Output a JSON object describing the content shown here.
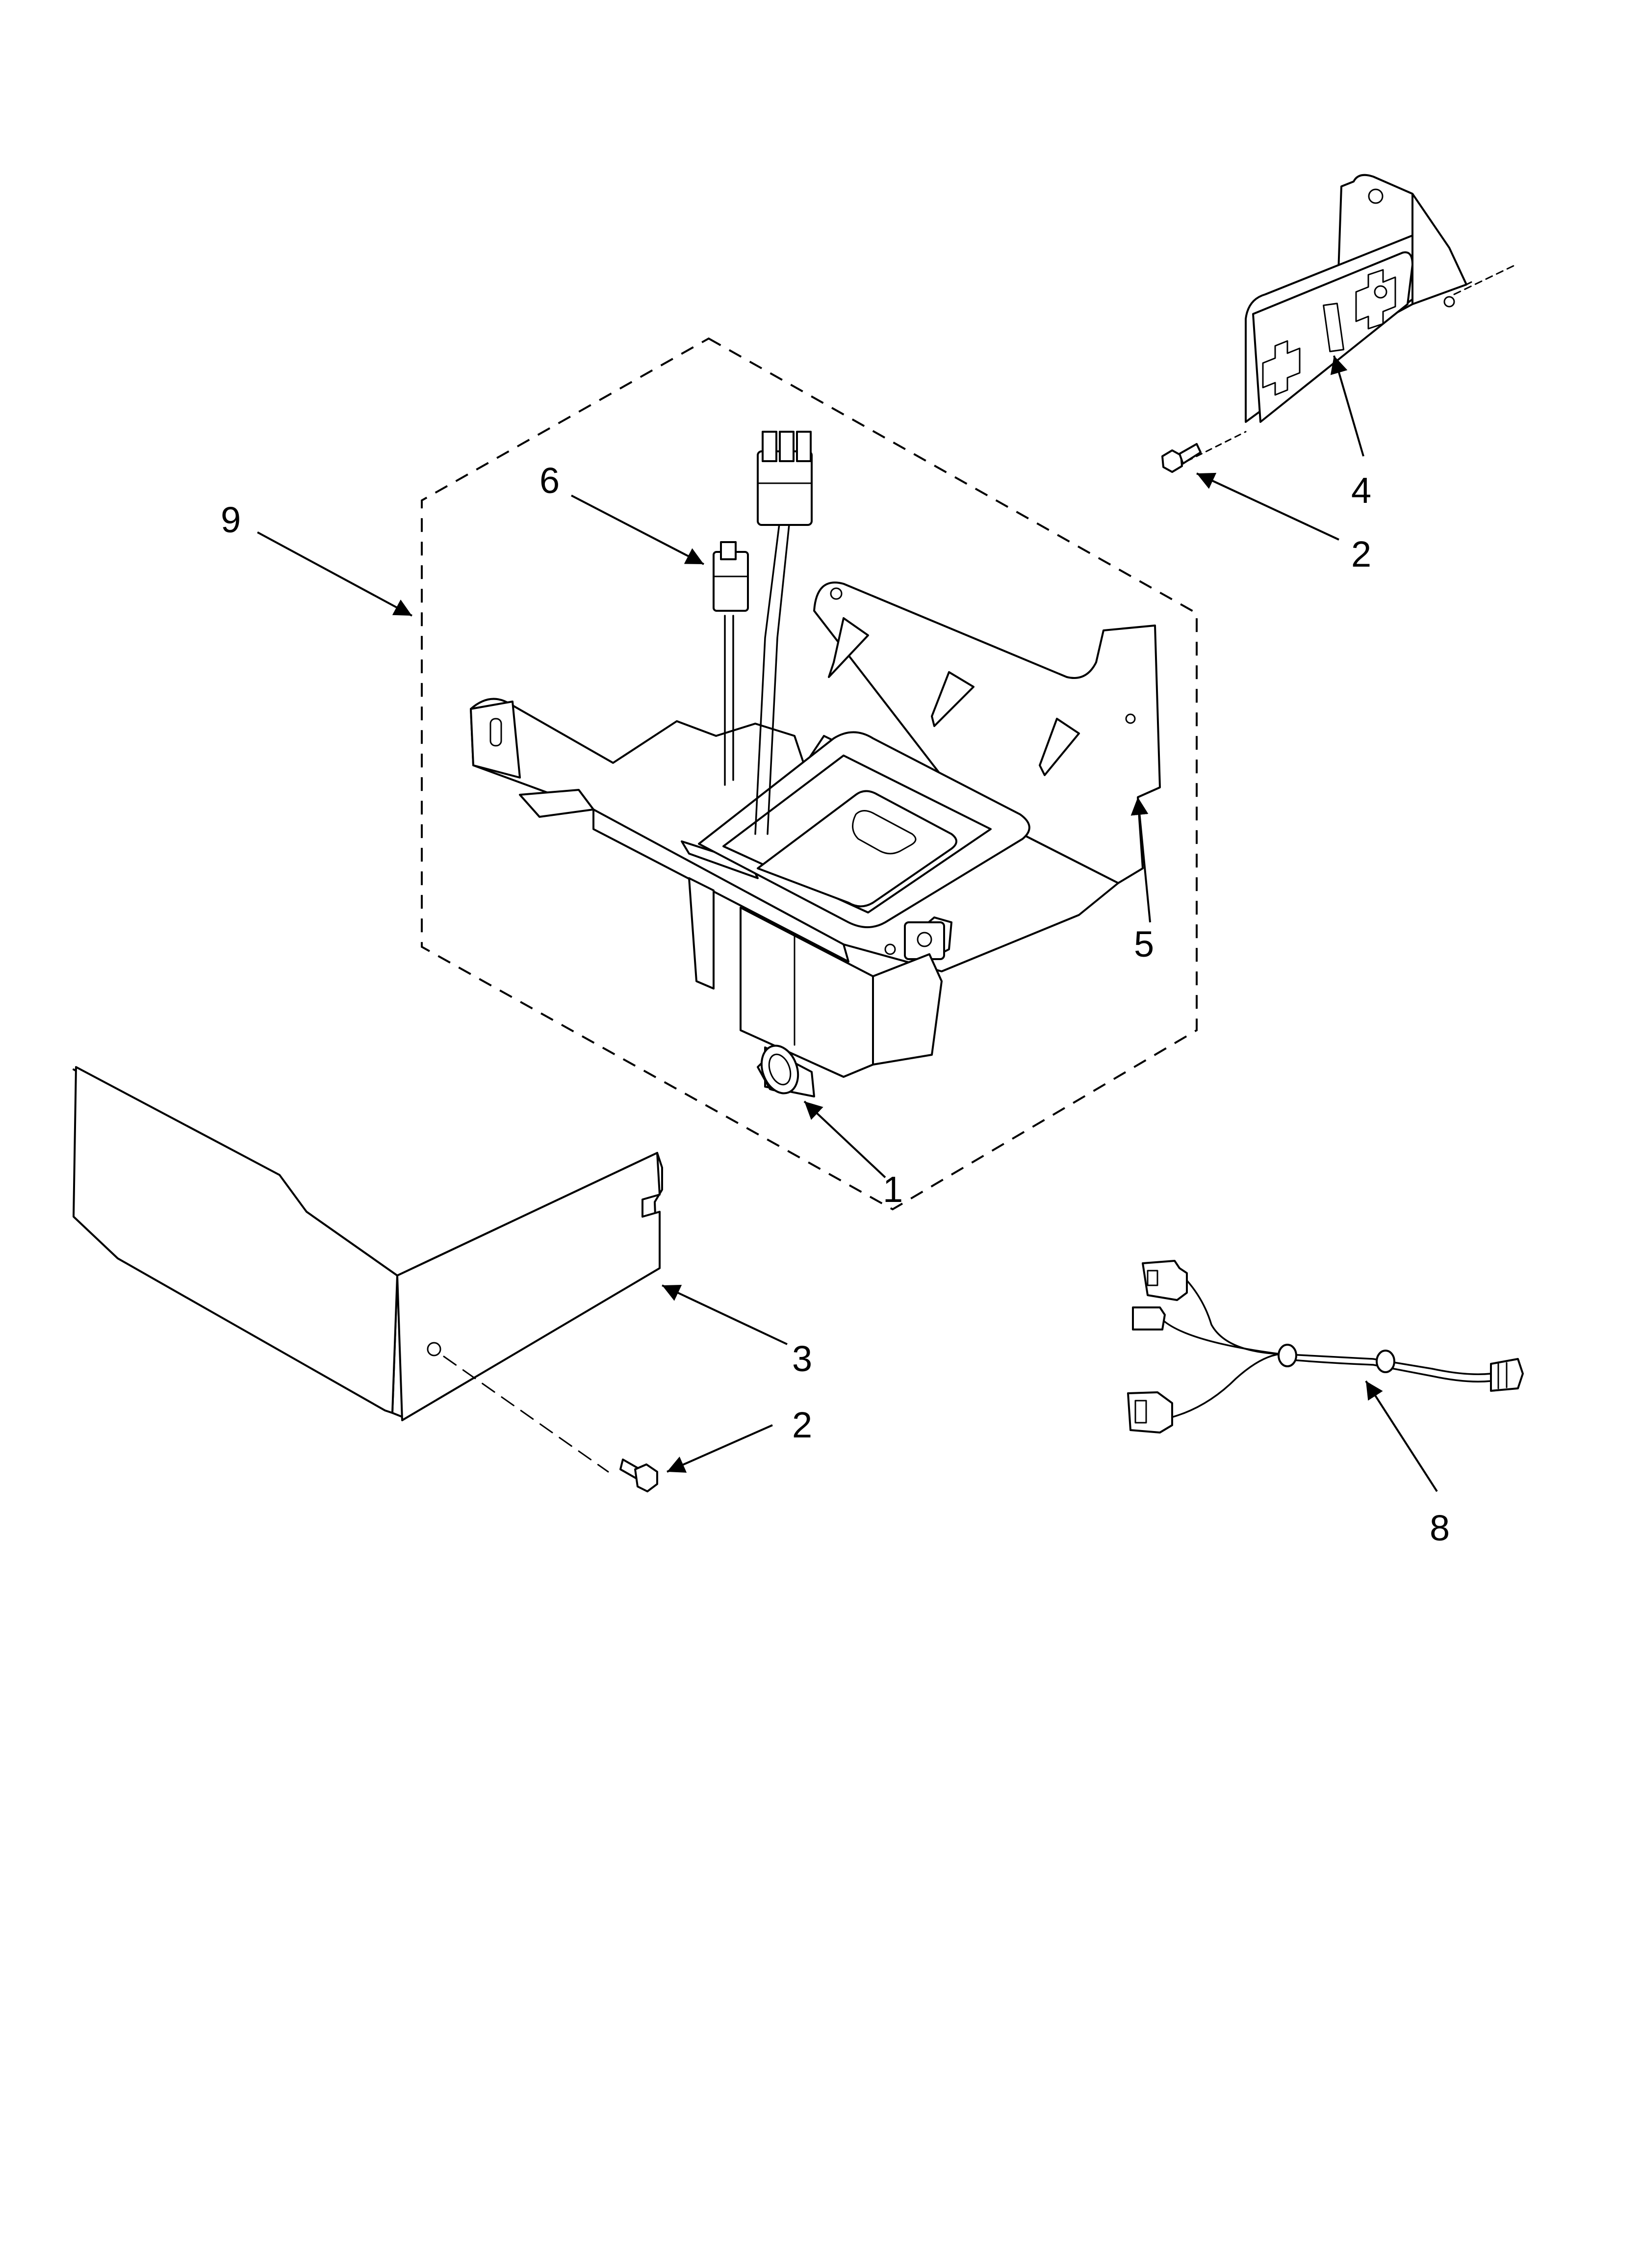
{
  "callouts": {
    "c1": "1",
    "c2_top": "2",
    "c2_bottom": "2",
    "c3": "3",
    "c4": "4",
    "c5": "5",
    "c6": "6",
    "c8": "8",
    "c9": "9"
  },
  "colors": {
    "line": "#000000",
    "background": "#ffffff"
  }
}
